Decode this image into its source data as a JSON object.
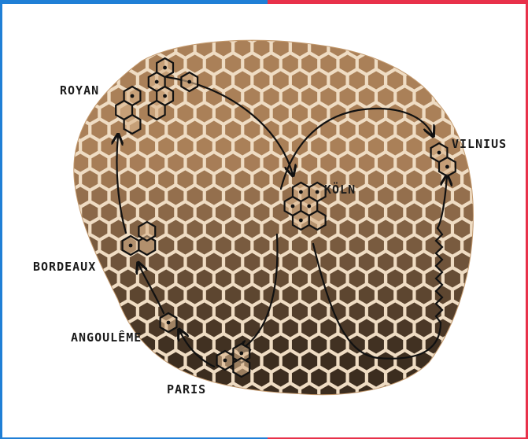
{
  "colors": {
    "accent_blue": "#1f7fd6",
    "accent_red": "#e8314a",
    "comb_fill": "#d9b48c",
    "comb_cell": "#a9805a",
    "comb_wall": "#efdcc3",
    "ink": "#111111"
  },
  "cities": [
    {
      "id": "royan",
      "label": "ROYAN"
    },
    {
      "id": "koln",
      "label": "KÖLN"
    },
    {
      "id": "vilnius",
      "label": "VILNIUS"
    },
    {
      "id": "bordeaux",
      "label": "BORDEAUX"
    },
    {
      "id": "angouleme",
      "label": "ANGOULÊME"
    },
    {
      "id": "paris",
      "label": "PARIS"
    }
  ],
  "icons": {
    "honeycomb": "honeycomb-photo-icon",
    "hex_cluster": "hexagon-cluster-icon",
    "arrow": "arrow-icon"
  }
}
